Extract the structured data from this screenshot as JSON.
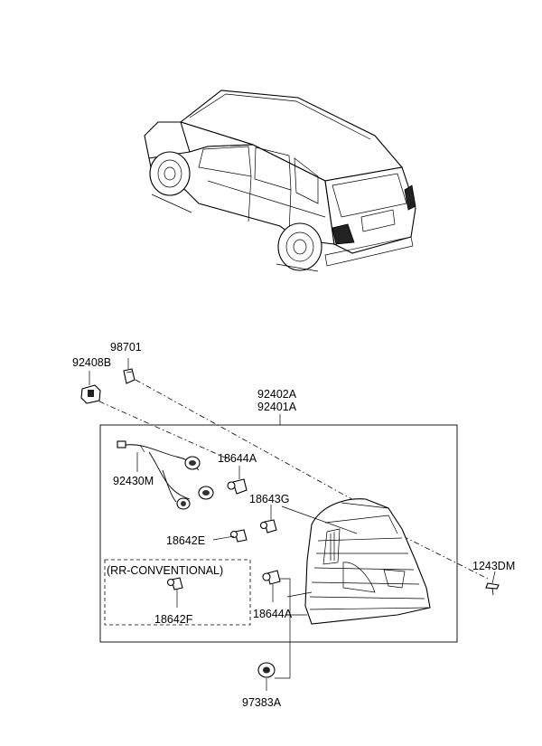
{
  "diagram": {
    "callouts": {
      "p98701": "98701",
      "p92408B": "92408B",
      "p92402A": "92402A",
      "p92401A": "92401A",
      "p18644A_top": "18644A",
      "p92430M": "92430M",
      "p18643G": "18643G",
      "p18642E": "18642E",
      "p1243DM": "1243DM",
      "rr_conventional": "(RR-CONVENTIONAL)",
      "p18642F": "18642F",
      "p18644A_bottom": "18644A",
      "p97383A": "97383A"
    }
  }
}
